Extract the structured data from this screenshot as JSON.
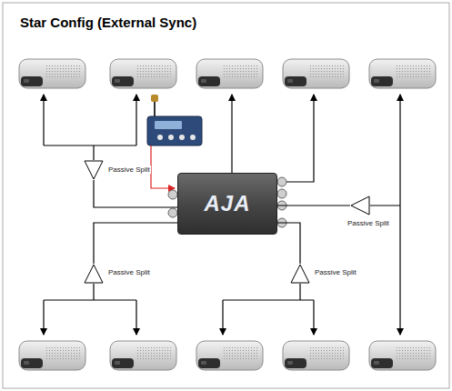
{
  "diagram": {
    "title": "Star Config (External Sync)",
    "nodes": [
      {
        "text": [
          "Passive Split"
        ]
      },
      {
        "text": [
          "AJA"
        ]
      },
      {
        "text": [
          "Passive Split"
        ]
      },
      {
        "text": [
          "Passive Split"
        ]
      },
      {
        "text": [
          "Passive Split"
        ]
      }
    ],
    "edges": [
      {
        "from": 1,
        "to": 0,
        "arrow": "none"
      },
      {
        "from": 1,
        "to": 2,
        "arrow": "none"
      },
      {
        "from": 1,
        "to": 3,
        "arrow": "none"
      },
      {
        "from": 1,
        "to": 4,
        "arrow": "none"
      }
    ]
  }
}
